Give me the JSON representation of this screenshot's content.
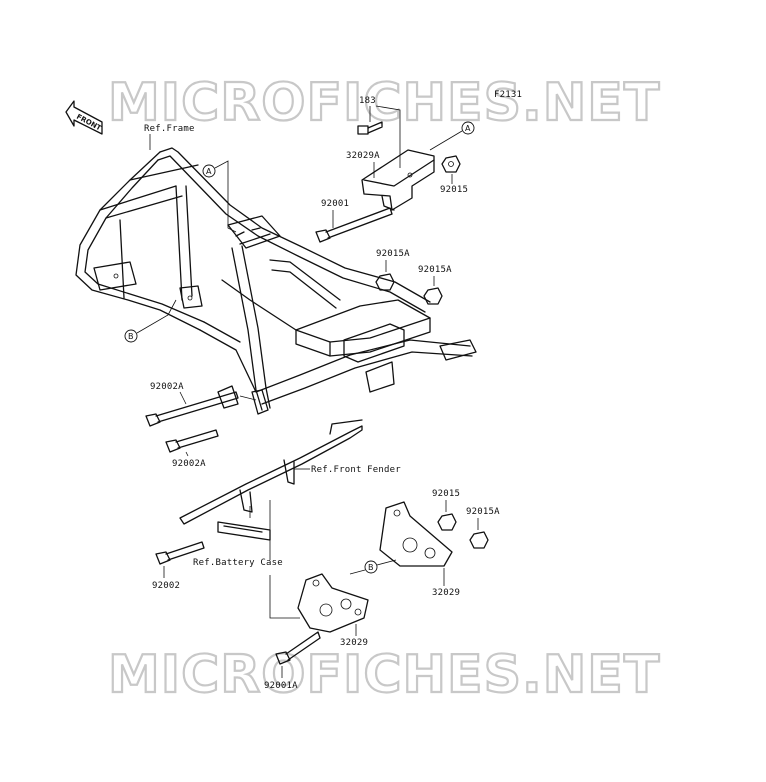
{
  "diagram": {
    "figure_code": "F2131",
    "watermark": "MICROFICHES.NET",
    "front_arrow": "FRONT",
    "references": {
      "frame": "Ref.Frame",
      "front_fender": "Ref.Front Fender",
      "battery_case": "Ref.Battery Case"
    },
    "callouts": [
      "A",
      "A",
      "B",
      "B"
    ],
    "parts": {
      "p183": "183",
      "p32029A": "32029A",
      "p92015_top": "92015",
      "p92001": "92001",
      "p92015A_1": "92015A",
      "p92015A_2": "92015A",
      "p92002A_1": "92002A",
      "p92002A_2": "92002A",
      "p92015_bot": "92015",
      "p92015A_bot": "92015A",
      "p92002": "92002",
      "p32029_right": "32029",
      "p32029_left": "32029",
      "p92001A": "92001A"
    }
  }
}
